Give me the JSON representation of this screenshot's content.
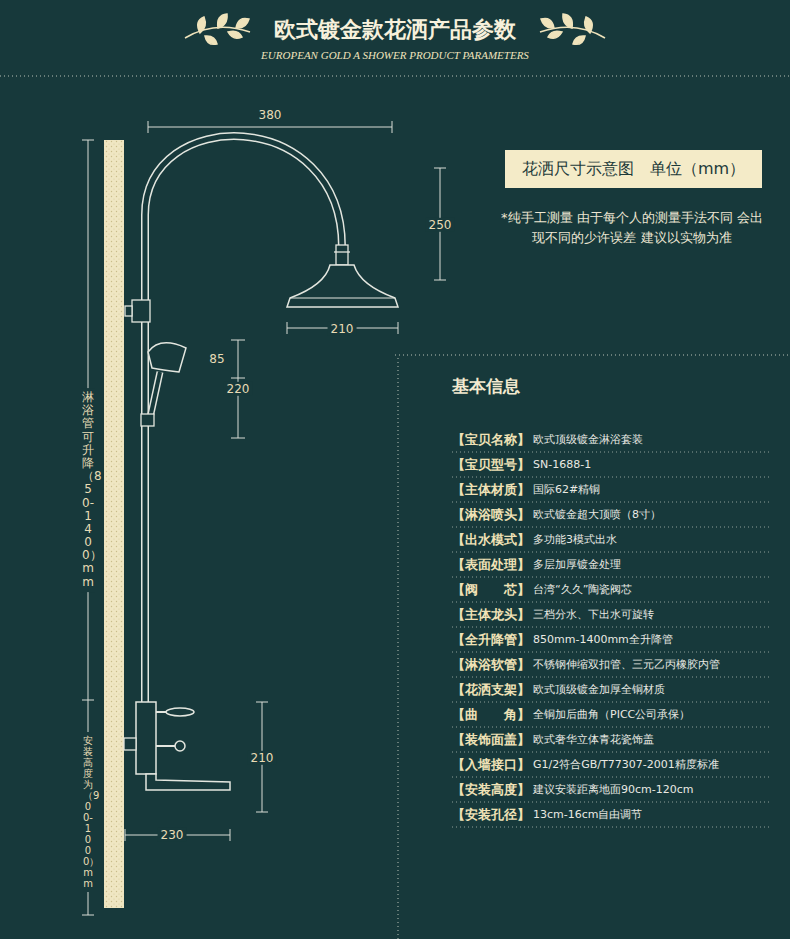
{
  "diagram": {
    "title": "欧式镀金款花洒产品参数",
    "nodes": [
      {
        "text": [
          "花洒尺寸示意图　单位（mm）"
        ]
      }
    ],
    "labels": [
      "EUROPEAN GOLD A SHOWER PRODUCT PARAMETERS",
      "380",
      "250",
      "210",
      "*纯手工测量 由于每个人的测量手法不同 会出现不同的少许误差 建议以实物为准",
      "85",
      "220",
      "淋浴管可升降（850-1400）mm",
      "基本信息",
      "【宝贝名称】",
      "欧式顶级镀金淋浴套装",
      "【宝贝型号】",
      "SN-1688-1",
      "【主体材质】",
      "国际62#精铜",
      "【淋浴喷头】",
      "欧式镀金超大顶喷（8寸）",
      "【出水模式】",
      "多功能3模式出水",
      "【表面处理】",
      "多层加厚镀金处理",
      "【阀　　芯】",
      "台湾“久久”陶瓷阀芯",
      "【主体龙头】",
      "三档分水、下出水可旋转",
      "【全升降管】",
      "850mm-1400mm全升降管",
      "【淋浴软管】",
      "不锈钢伸缩双扣管、三元乙丙橡胶内管",
      "【花洒支架】",
      "欧式顶级镀金加厚全铜材质",
      "【曲　　角】",
      "全铜加后曲角（PICC公司承保）",
      "【装饰面盖】",
      "欧式奢华立体青花瓷饰盖",
      "【入墙接口】",
      "G1/2符合GB/T77307-2001精度标准",
      "【安装高度】",
      "建议安装距离地面90cm-120cm",
      "【安装孔径】",
      "13cm-16cm自由调节",
      "210",
      "安装高度为（900-1000）mm",
      "230"
    ]
  }
}
